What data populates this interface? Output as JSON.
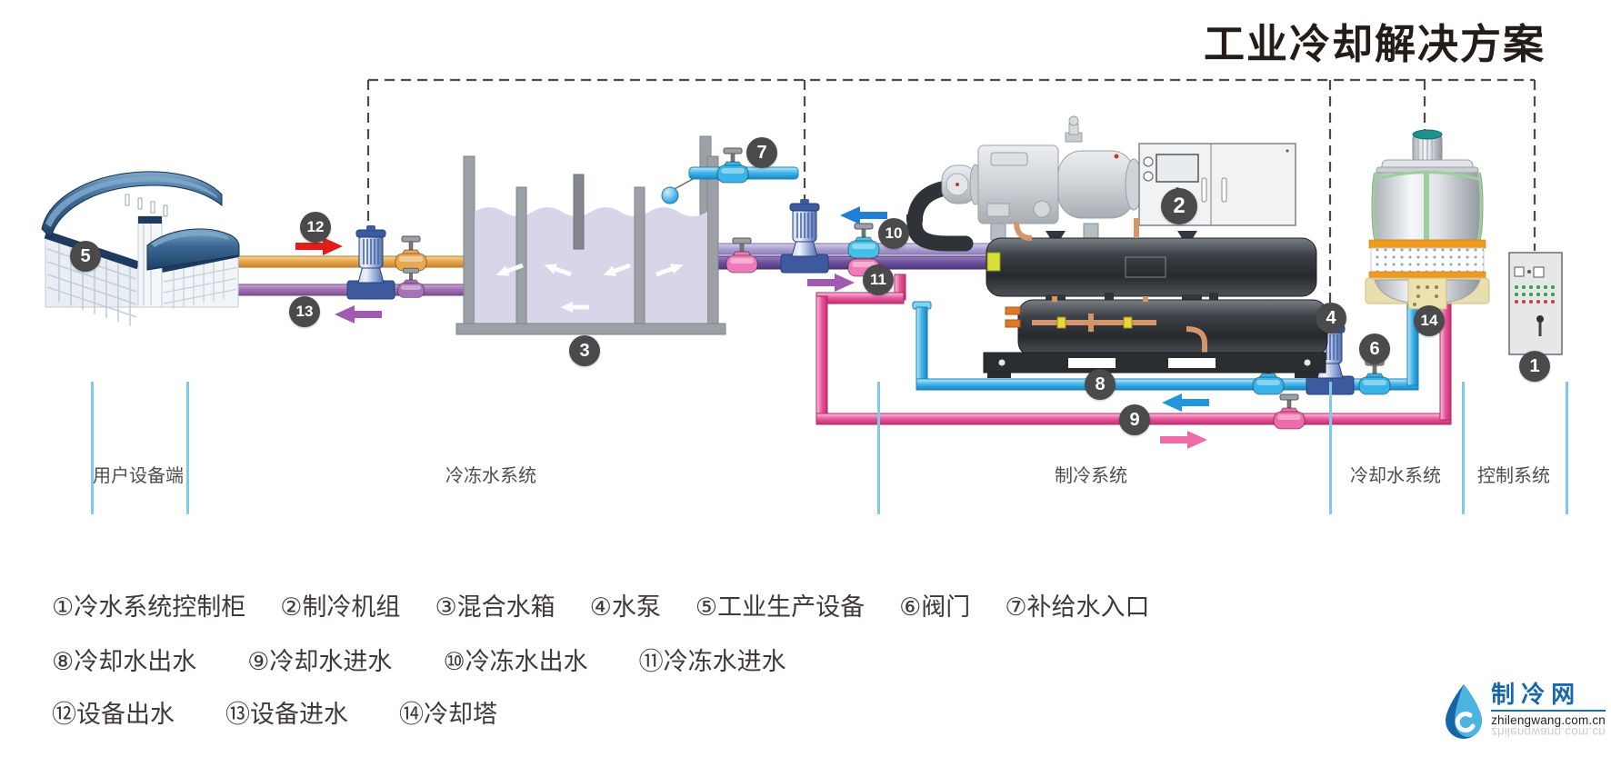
{
  "title": "工业冷却解决方案",
  "sections": {
    "user_equipment": "用户设备端",
    "chilled_water": "冷冻水系统",
    "refrigeration": "制冷系统",
    "cooling_water": "冷却水系统",
    "control": "控制系统"
  },
  "legend": {
    "row1": [
      "①冷水系统控制柜",
      "②制冷机组",
      "③混合水箱",
      "④水泵",
      "⑤工业生产设备",
      "⑥阀门",
      "⑦补给水入口"
    ],
    "row2": [
      "⑧冷却水出水",
      "⑨冷却水进水",
      "⑩冷冻水出水",
      "⑪冷冻水进水"
    ],
    "row3": [
      "⑫设备出水",
      "⑬设备进水",
      "⑭冷却塔"
    ]
  },
  "badges": [
    "1",
    "2",
    "3",
    "4",
    "5",
    "6",
    "7",
    "8",
    "9",
    "10",
    "11",
    "12",
    "13",
    "14"
  ],
  "logo": {
    "icon": "water-drop-icon",
    "name": "制冷网",
    "url": "zhilengwang.com.cn",
    "url_reflection": "zhilengwang.com.cn"
  },
  "colors": {
    "section_divider": "#7fc9ea",
    "equipment_outlet_pipe": "#e8a44d",
    "equipment_inlet_pipe": "#9b6fae",
    "chilled_supply_pipe": "#aaa0d0",
    "chilled_return_pipe": "#6b4f9e",
    "cooling_water_out_pipe": "#3fb0e8",
    "cooling_water_in_pipe": "#e8559a",
    "badge_background": "#4a4a4d",
    "title_color": "#241c18"
  }
}
